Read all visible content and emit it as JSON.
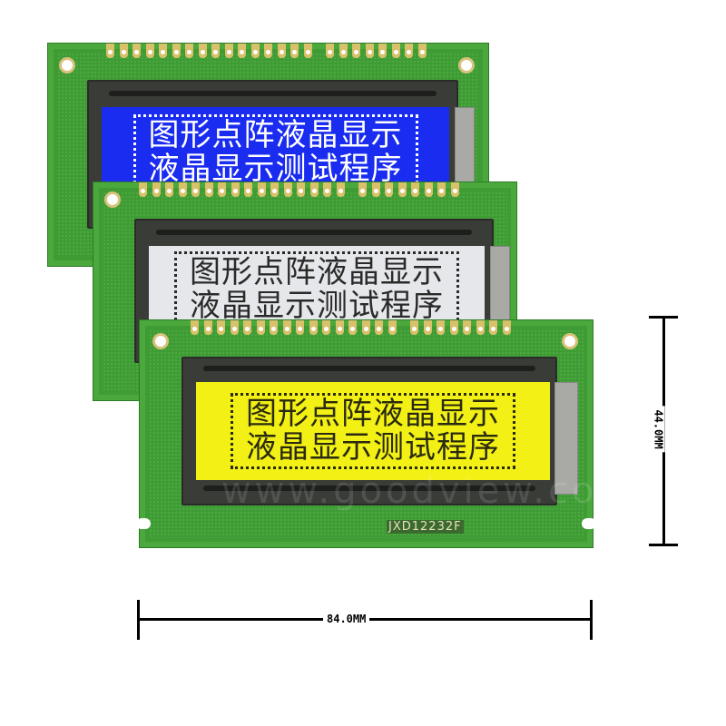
{
  "modules": [
    {
      "color": "blue",
      "screen_bg": "#1a2cf0",
      "text_color": "#ffffff",
      "line1": "图形点阵液晶显示",
      "line2": "液晶显示测试程序"
    },
    {
      "color": "grey",
      "screen_bg": "#e6e7ea",
      "text_color": "#2a2a2a",
      "line1": "图形点阵液晶显示",
      "line2": "液晶显示测试程序"
    },
    {
      "color": "yellow-green",
      "screen_bg": "#f2f014",
      "text_color": "#2a2a10",
      "line1": "图形点阵液晶显示",
      "line2": "液晶显示测试程序"
    }
  ],
  "model_label": "JXD12232F",
  "watermark": "www.goodview.com",
  "dimensions": {
    "width": "84.0MM",
    "height": "44.0MM"
  }
}
